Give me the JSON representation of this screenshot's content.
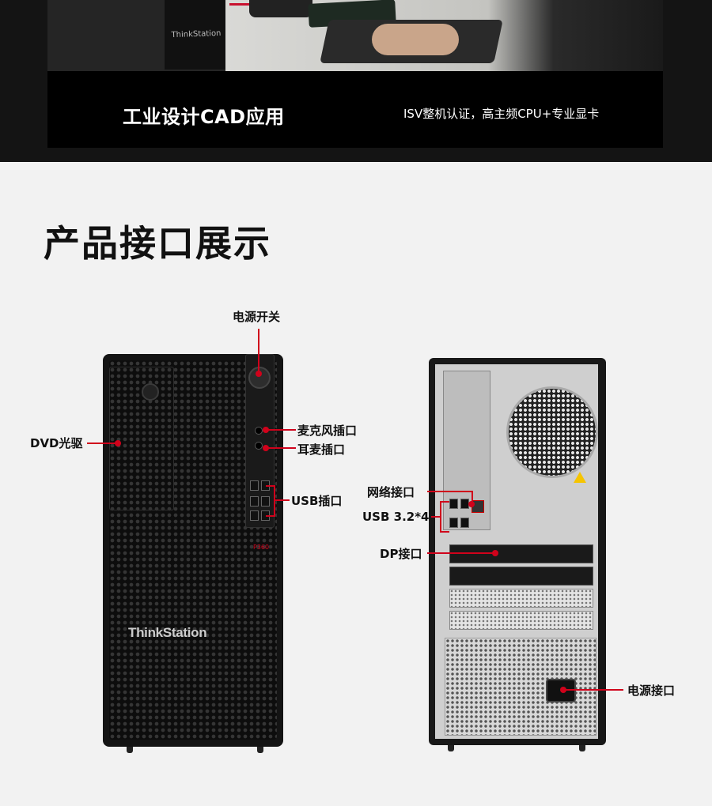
{
  "banner": {
    "photo_brand": "ThinkStation",
    "left_text": "工业设计CAD应用",
    "right_text": "ISV整机认证，高主频CPU+专业显卡"
  },
  "section": {
    "title": "产品接口展示"
  },
  "front": {
    "brand": "ThinkStation",
    "model_badge": "P360",
    "callouts": {
      "power": "电源开关",
      "dvd": "DVD光驱",
      "mic": "麦克风插口",
      "headphone": "耳麦插口",
      "usb": "USB插口"
    }
  },
  "rear": {
    "callouts": {
      "network": "网络接口",
      "usb": "USB 3.2*4",
      "dp": "DP接口",
      "power": "电源接口"
    }
  },
  "colors": {
    "accent": "#d0021b",
    "banner_bg": "#000000",
    "page_bg": "#f2f2f2"
  }
}
